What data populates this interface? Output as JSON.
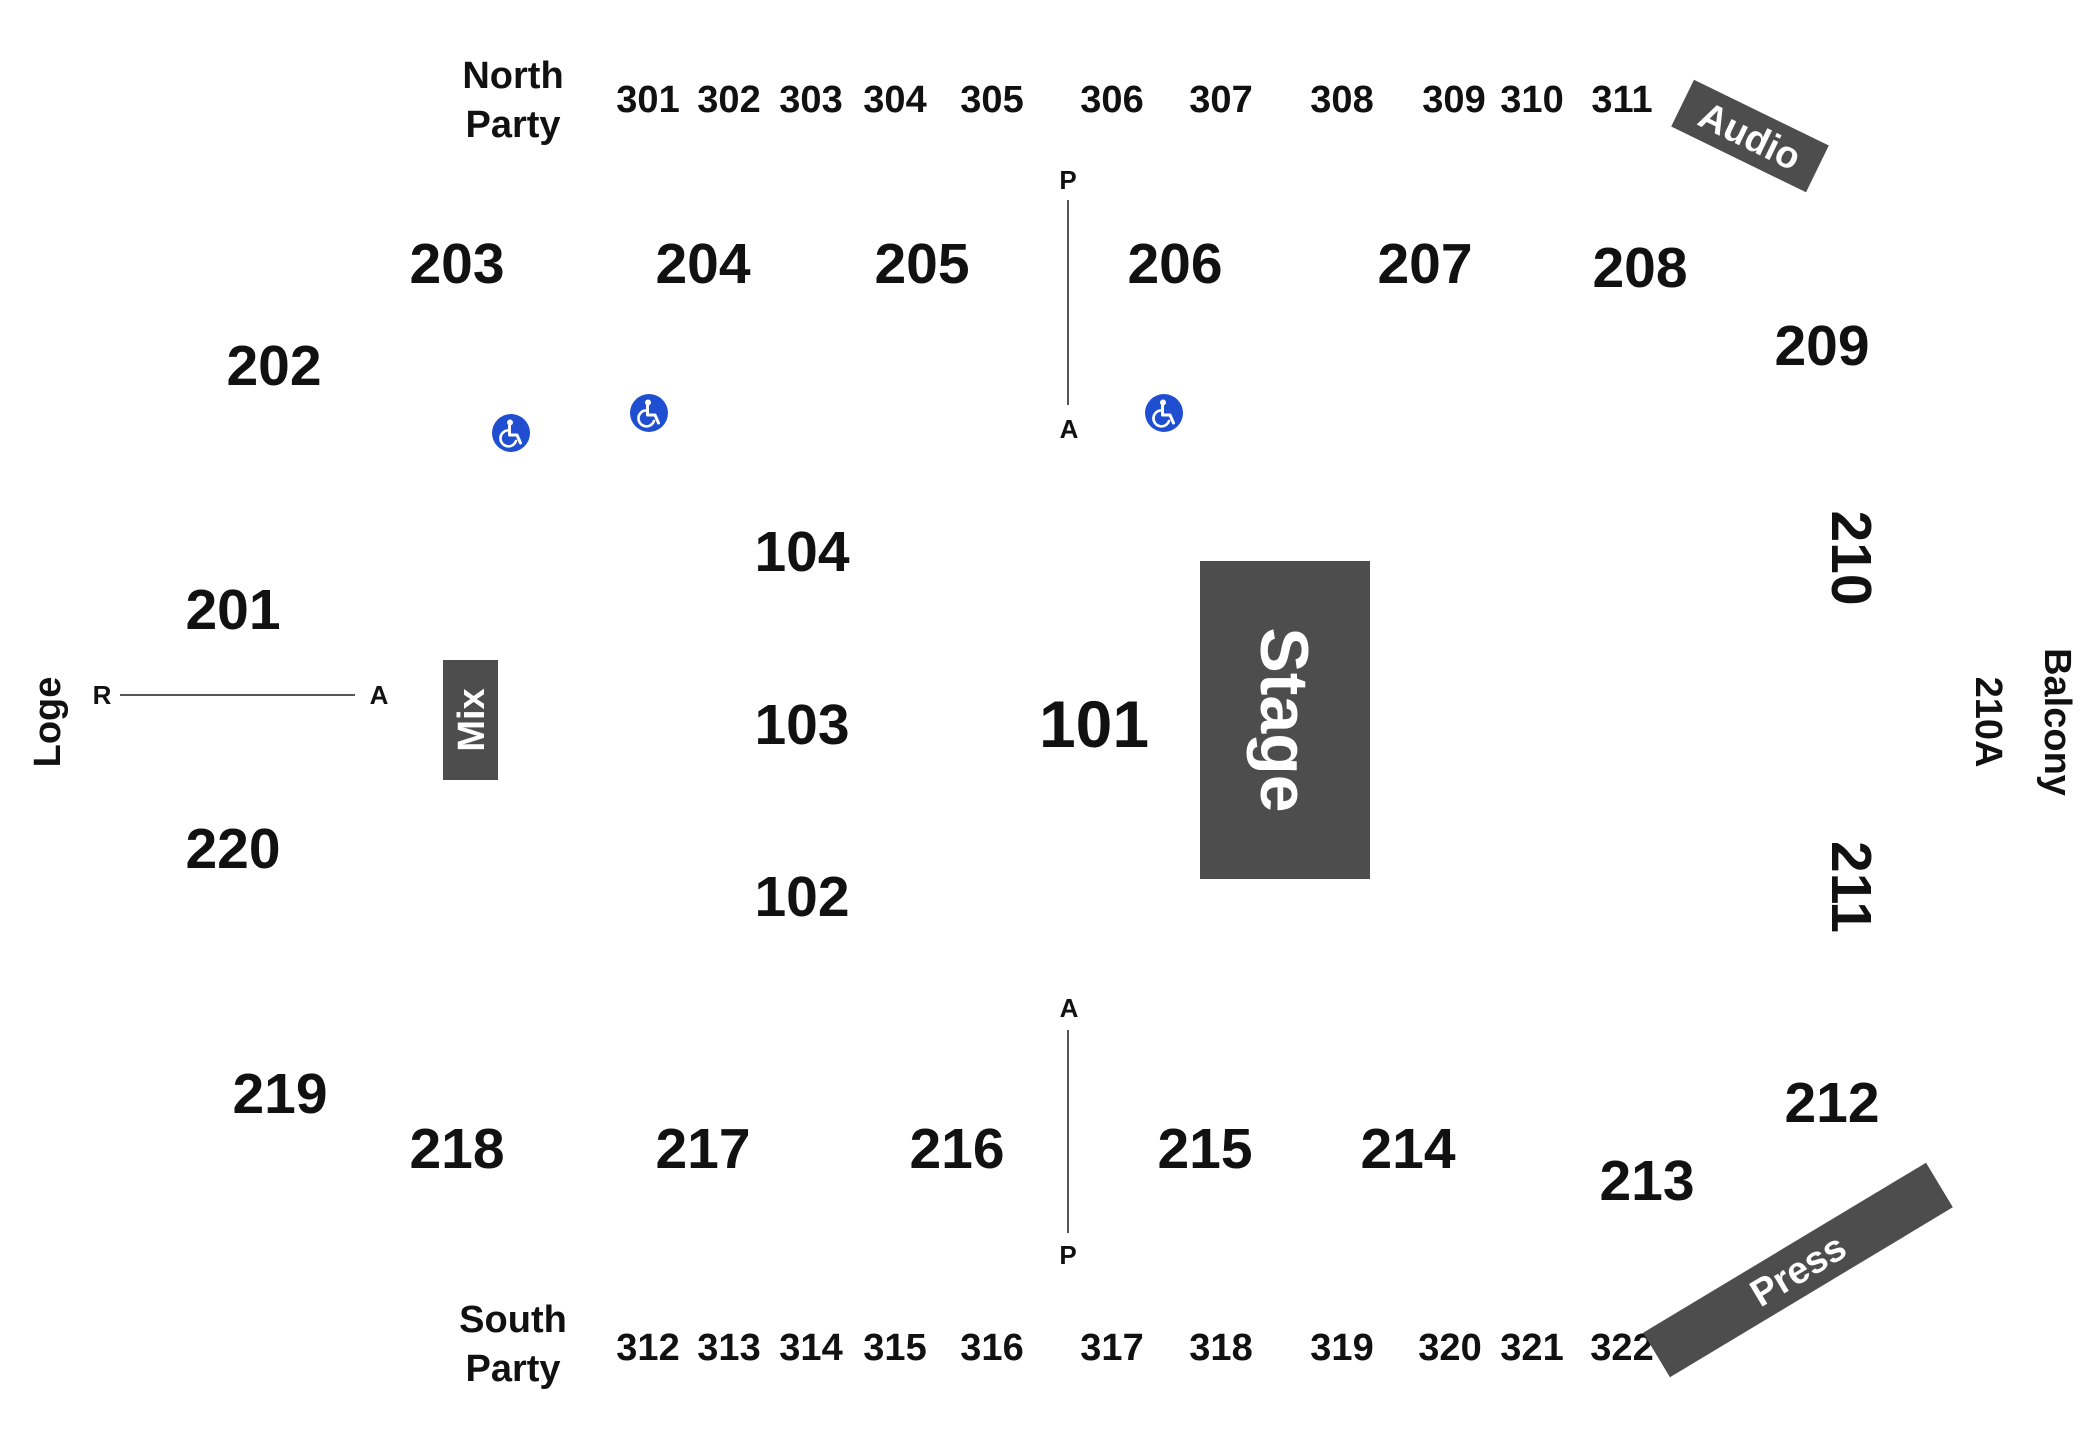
{
  "colors": {
    "block_fill": "#4d4d4d",
    "block_text": "#ffffff",
    "section_text": "#111111",
    "line": "#555555",
    "accessible": "#1f4fd0"
  },
  "areas": {
    "north_party": [
      "North",
      "Party"
    ],
    "south_party": [
      "South",
      "Party"
    ],
    "loge": "Loge",
    "balcony": "Balcony",
    "balcony_section": "210A"
  },
  "blocks": {
    "stage": "Stage",
    "mix": "Mix",
    "audio": "Audio",
    "press": "Press"
  },
  "sections_300_north": [
    "301",
    "302",
    "303",
    "304",
    "305",
    "306",
    "307",
    "308",
    "309",
    "310",
    "311"
  ],
  "sections_300_south": [
    "312",
    "313",
    "314",
    "315",
    "316",
    "317",
    "318",
    "319",
    "320",
    "321",
    "322"
  ],
  "sections_200": {
    "s201": "201",
    "s202": "202",
    "s203": "203",
    "s204": "204",
    "s205": "205",
    "s206": "206",
    "s207": "207",
    "s208": "208",
    "s209": "209",
    "s210": "210",
    "s211": "211",
    "s212": "212",
    "s213": "213",
    "s214": "214",
    "s215": "215",
    "s216": "216",
    "s217": "217",
    "s218": "218",
    "s219": "219",
    "s220": "220"
  },
  "sections_100": {
    "s101": "101",
    "s102": "102",
    "s103": "103",
    "s104": "104"
  },
  "row_markers": {
    "north_aisle_top": "P",
    "north_aisle_bottom": "A",
    "south_aisle_top": "A",
    "south_aisle_bottom": "P",
    "loge_left": "R",
    "loge_right": "A"
  },
  "accessible_icon": "wheelchair-icon"
}
